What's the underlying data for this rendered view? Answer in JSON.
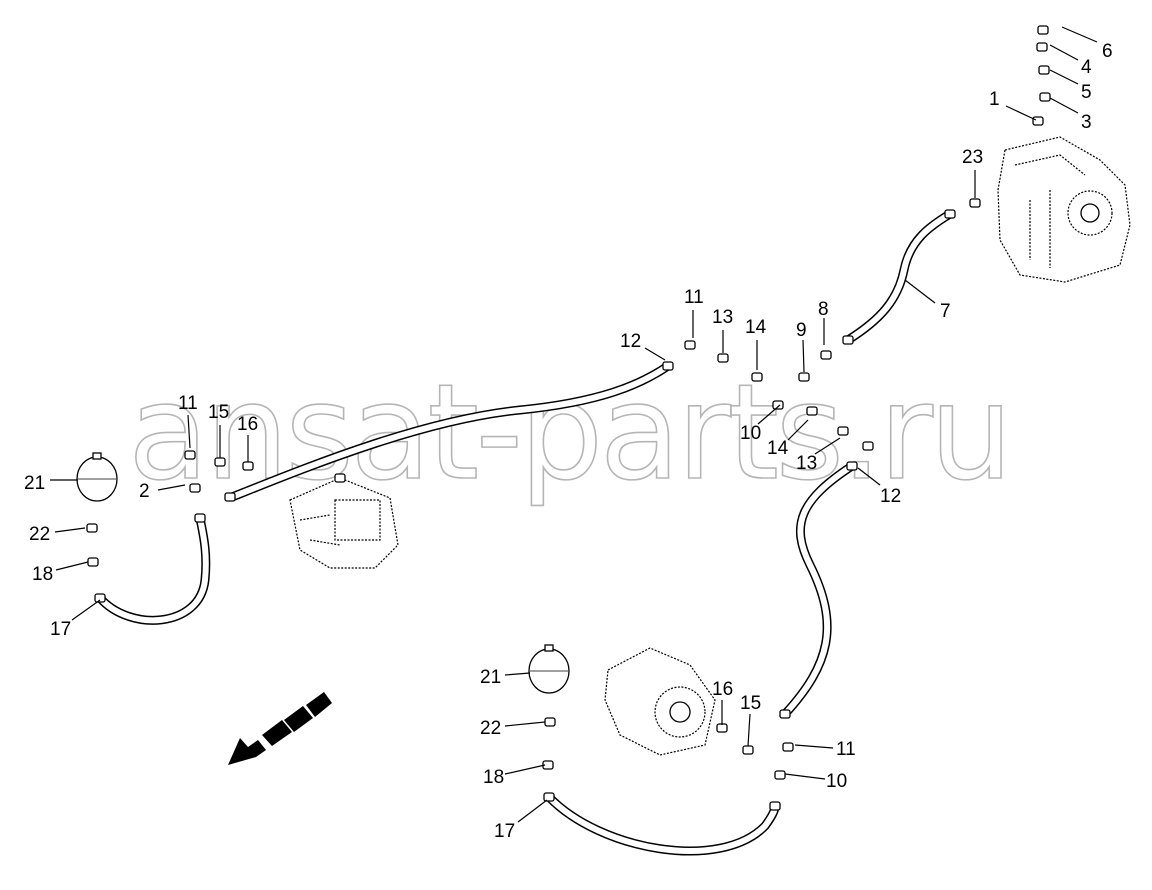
{
  "watermark": "ansat-parts.ru",
  "callouts": [
    "1",
    "6",
    "4",
    "5",
    "3",
    "23",
    "7",
    "8",
    "9",
    "14",
    "13",
    "11",
    "12",
    "10",
    "14",
    "13",
    "12",
    "11",
    "15",
    "16",
    "21",
    "2",
    "22",
    "18",
    "17",
    "21",
    "22",
    "18",
    "17",
    "16",
    "15",
    "11",
    "10"
  ]
}
